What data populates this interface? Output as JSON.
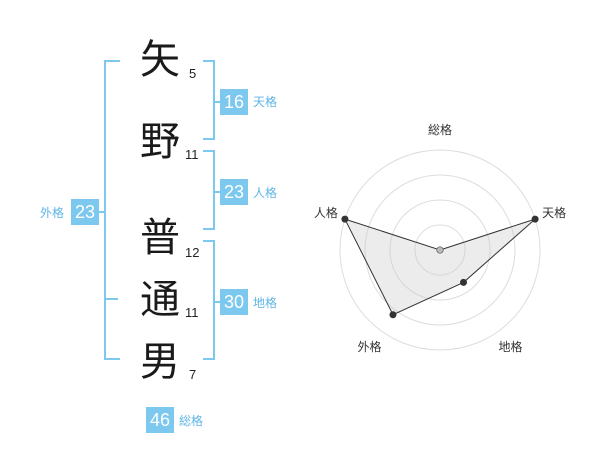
{
  "name_chars": [
    {
      "char": "矢",
      "strokes": "5"
    },
    {
      "char": "野",
      "strokes": "11"
    },
    {
      "char": "普",
      "strokes": "12"
    },
    {
      "char": "通",
      "strokes": "11"
    },
    {
      "char": "男",
      "strokes": "7"
    }
  ],
  "fortunes": {
    "tenkaku": {
      "value": "16",
      "label": "天格"
    },
    "jinkaku": {
      "value": "23",
      "label": "人格"
    },
    "chikaku": {
      "value": "30",
      "label": "地格"
    },
    "gaikaku": {
      "value": "23",
      "label": "外格"
    },
    "soukaku": {
      "value": "46",
      "label": "総格"
    }
  },
  "chart_data": {
    "type": "radar",
    "axes": [
      "総格",
      "天格",
      "地格",
      "外格",
      "人格"
    ],
    "values": [
      0.0,
      1.0,
      0.4,
      0.8,
      1.0
    ],
    "max": 1.0,
    "rings": 4
  }
}
